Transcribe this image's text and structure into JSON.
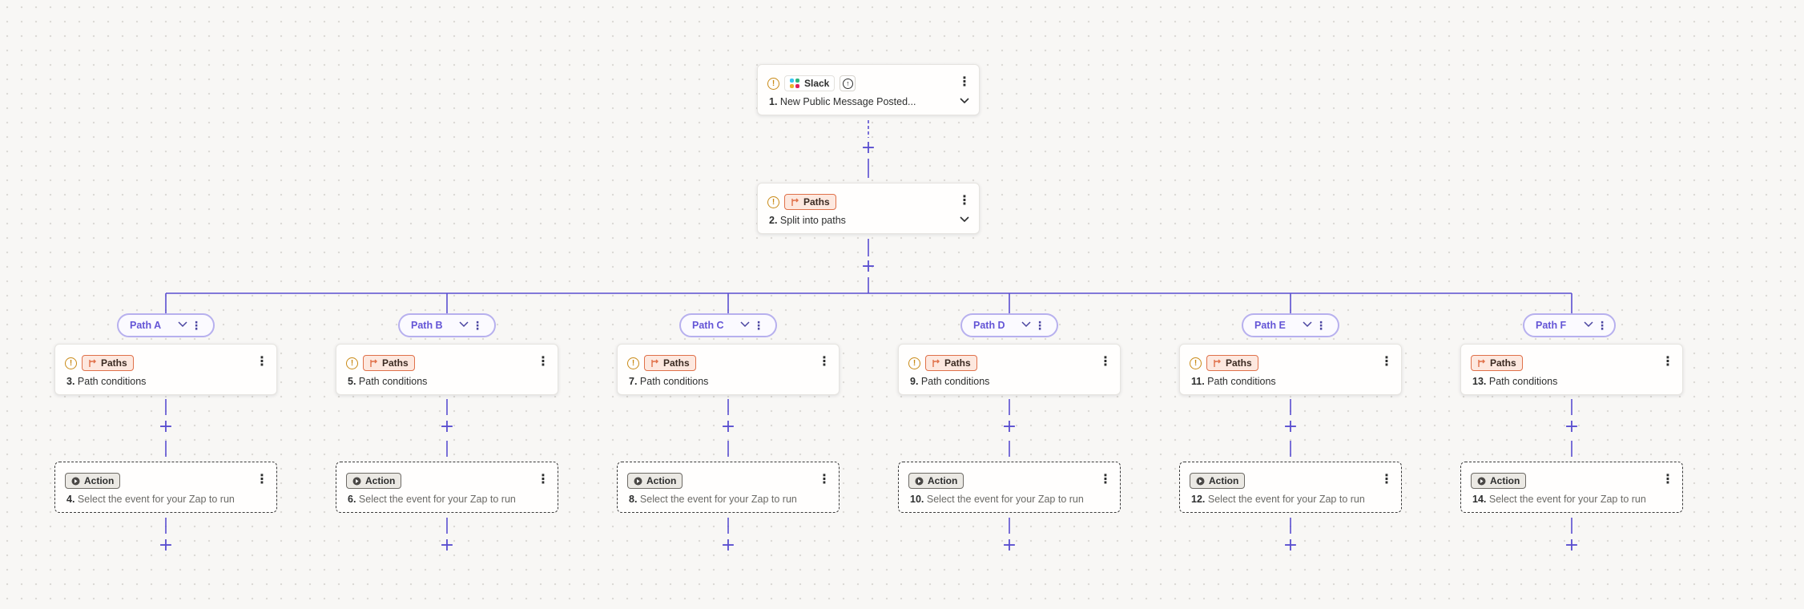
{
  "trigger": {
    "app": "Slack",
    "step_number": "1.",
    "title": "New Public Message Posted..."
  },
  "split": {
    "badge": "Paths",
    "step_number": "2.",
    "title": "Split into paths"
  },
  "paths": [
    {
      "label": "Path A",
      "cond_badge": "Paths",
      "cond_number": "3.",
      "cond_title": "Path conditions",
      "warning": true,
      "action_badge": "Action",
      "action_number": "4.",
      "action_title": "Select the event for your Zap to run"
    },
    {
      "label": "Path B",
      "cond_badge": "Paths",
      "cond_number": "5.",
      "cond_title": "Path conditions",
      "warning": true,
      "action_badge": "Action",
      "action_number": "6.",
      "action_title": "Select the event for your Zap to run"
    },
    {
      "label": "Path C",
      "cond_badge": "Paths",
      "cond_number": "7.",
      "cond_title": "Path conditions",
      "warning": true,
      "action_badge": "Action",
      "action_number": "8.",
      "action_title": "Select the event for your Zap to run"
    },
    {
      "label": "Path D",
      "cond_badge": "Paths",
      "cond_number": "9.",
      "cond_title": "Path conditions",
      "warning": true,
      "action_badge": "Action",
      "action_number": "10.",
      "action_title": "Select the event for your Zap to run"
    },
    {
      "label": "Path E",
      "cond_badge": "Paths",
      "cond_number": "11.",
      "cond_title": "Path conditions",
      "warning": true,
      "action_badge": "Action",
      "action_number": "12.",
      "action_title": "Select the event for your Zap to run"
    },
    {
      "label": "Path F",
      "cond_badge": "Paths",
      "cond_number": "13.",
      "cond_title": "Path conditions",
      "warning": false,
      "action_badge": "Action",
      "action_number": "14.",
      "action_title": "Select the event for your Zap to run"
    }
  ],
  "colors": {
    "connector": "#5a4fd0",
    "warning": "#c98a17",
    "paths_badge": "#e0714a",
    "pill_border": "#b7b0ee"
  },
  "icons": {
    "warning": "warning-icon",
    "paths": "paths-icon",
    "action": "action-icon",
    "slack": "slack-icon",
    "more": "more-vertical-icon",
    "chevron": "chevron-down-icon",
    "plus": "add-step-plus-icon"
  }
}
